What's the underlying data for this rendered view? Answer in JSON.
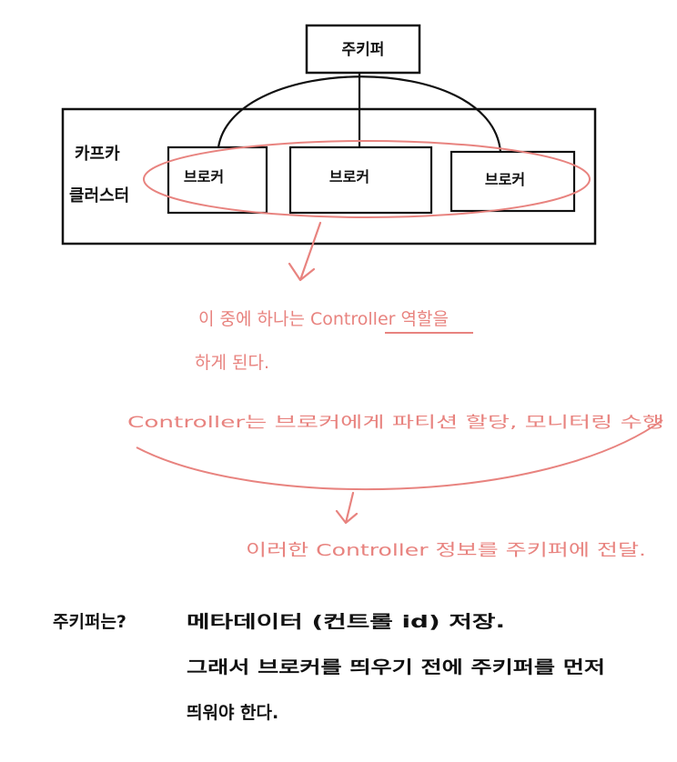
{
  "colors": {
    "ink": "#111111",
    "pink": "#e8837f"
  },
  "zookeeper": {
    "label": "주키퍼"
  },
  "cluster": {
    "label_line1": "카프카",
    "label_line2": "클러스터"
  },
  "brokers": [
    {
      "label": "브로커"
    },
    {
      "label": "브로커"
    },
    {
      "label": "브로커"
    }
  ],
  "notes": {
    "controller_line1": "이 중에 하나는 Controller 역할을",
    "controller_line2": "하게 된다.",
    "partition_note": "Controller는 브로커에게 파티션 할당, 모니터링 수행",
    "to_zookeeper": "이러한 Controller 정보를 주키퍼에 전달."
  },
  "footer": {
    "question": "주키퍼는?",
    "line1": "메타데이터 (컨트롤 id) 저장.",
    "line2": "그래서 브로커를 띄우기 전에 주키퍼를 먼저",
    "line3": "띄워야 한다."
  }
}
